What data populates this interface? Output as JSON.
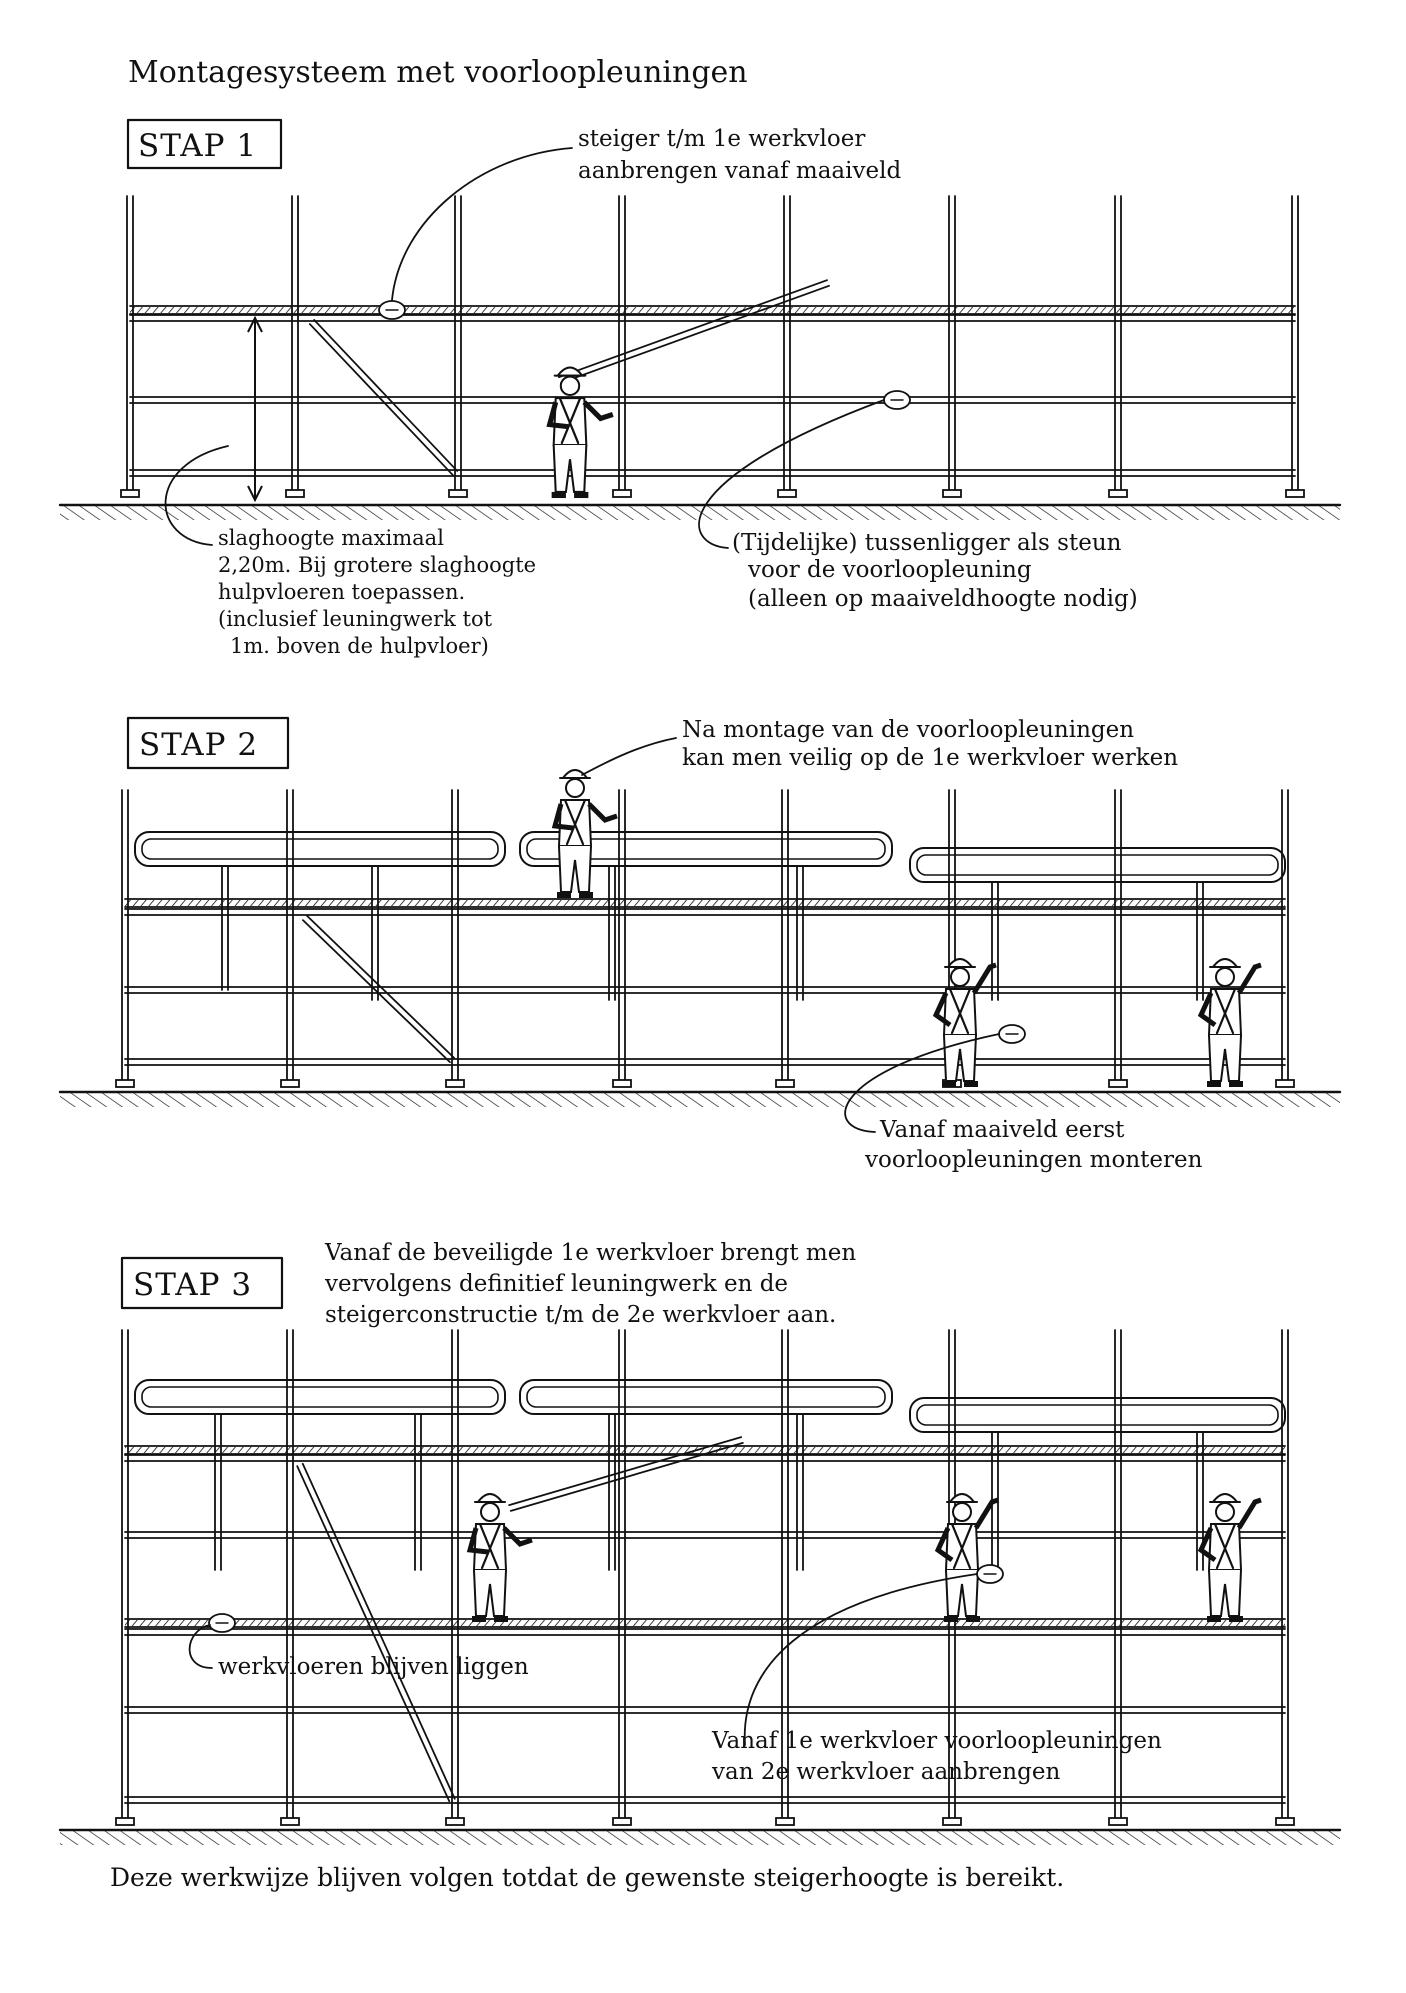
{
  "title": "Montagesysteem met voorloopleuningen",
  "steps": [
    {
      "label": "STAP 1",
      "notes": {
        "top": [
          "steiger t/m 1e werkvloer",
          "aanbrengen vanaf maaiveld"
        ],
        "left": [
          "slaghoogte maximaal",
          "2,20m. Bij grotere slaghoogte",
          "hulpvloeren toepassen.",
          "(inclusief leuningwerk tot",
          "1m. boven de hulpvloer)"
        ],
        "right": [
          "(Tijdelijke) tussenligger als steun",
          "voor de voorloopleuning",
          "(alleen op maaiveldhoogte nodig)"
        ]
      }
    },
    {
      "label": "STAP 2",
      "notes": {
        "top": [
          "Na montage van de voorloopleuningen",
          "kan men veilig op de 1e werkvloer werken"
        ],
        "bottom": [
          "Vanaf maaiveld eerst",
          "voorloopleuningen monteren"
        ]
      }
    },
    {
      "label": "STAP 3",
      "notes": {
        "top": [
          "Vanaf de beveiligde 1e werkvloer brengt men",
          "vervolgens definitief leuningwerk en de",
          "steigerconstructie t/m de 2e werkvloer aan."
        ],
        "left": [
          "werkvloeren blijven liggen"
        ],
        "right": [
          "Vanaf 1e werkvloer voorloopleuningen",
          "van 2e werkvloer aanbrengen"
        ]
      }
    }
  ],
  "footer": "Deze werkwijze blijven volgen totdat de gewenste steigerhoogte is bereikt."
}
